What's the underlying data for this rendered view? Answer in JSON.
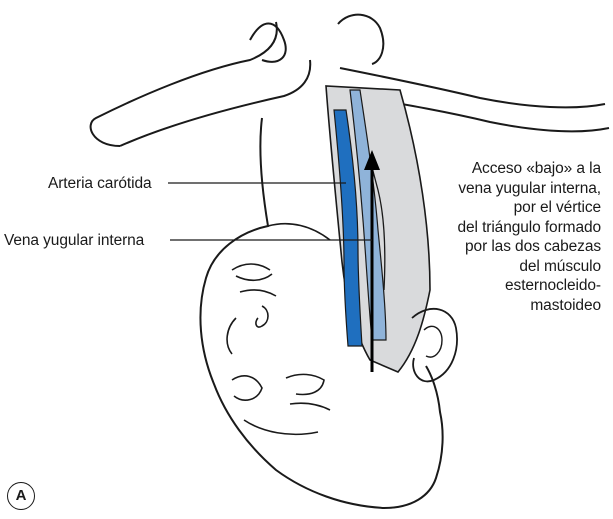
{
  "labels": {
    "carotid": "Arteria carótida",
    "internal_jugular": "Vena yugular interna",
    "access_note_lines": [
      "Acceso «bajo» a la",
      "vena yugular interna,",
      "por el vértice",
      "del triángulo formado",
      "por las dos cabezas",
      "del músculo",
      "esternocleido-",
      "mastoideo"
    ]
  },
  "panel_letter": "A",
  "colors": {
    "outline": "#1a1a1a",
    "muscle_fill": "#d9dadc",
    "carotid_artery": "#1f6fbf",
    "jugular_vein": "#8fb3d9",
    "background": "#ffffff"
  }
}
